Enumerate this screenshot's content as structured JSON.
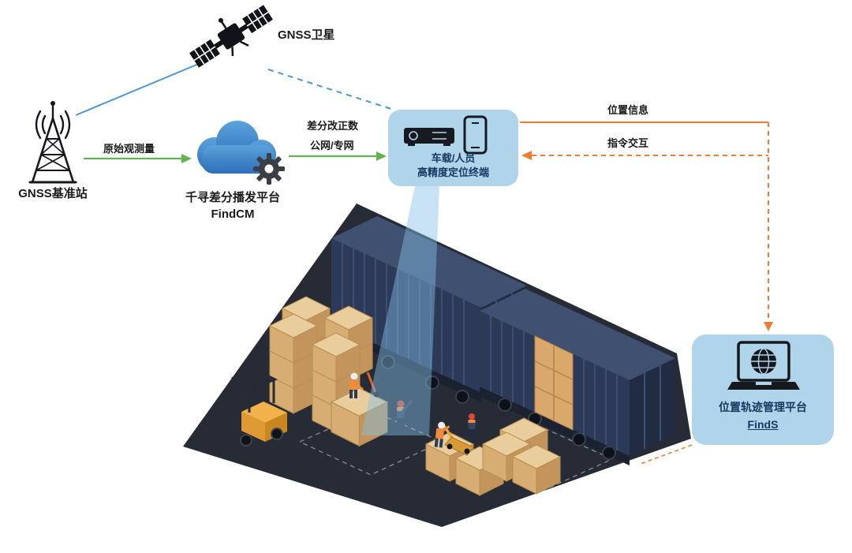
{
  "nodes": {
    "satellite": {
      "label": "GNSS卫星",
      "icon": "satellite-icon"
    },
    "base_station": {
      "label": "GNSS基准站",
      "icon": "radio-tower-icon"
    },
    "cloud": {
      "name": "千寻差分播发平台",
      "product": "FindCM",
      "icon": "cloud-gear-icon"
    },
    "terminal": {
      "line1": "车载/人员",
      "line2": "高精度定位终端",
      "icons": [
        "receiver-icon",
        "smartphone-icon"
      ]
    },
    "platform": {
      "name": "位置轨迹管理平台",
      "product": "FindS",
      "icon": "laptop-globe-icon"
    }
  },
  "links": {
    "raw_observation": {
      "label": "原始观测量",
      "style": "green-arrow"
    },
    "corrections": {
      "line1": "差分改正数",
      "line2": "公网/专网",
      "style": "green-arrow"
    },
    "satellite_to_station": {
      "style": "blue-solid-line"
    },
    "satellite_to_terminal": {
      "style": "blue-dashed-line"
    },
    "position_info": {
      "label": "位置信息",
      "style": "orange-line"
    },
    "command_exchange": {
      "label": "指令交互",
      "style": "orange-dashed-line"
    }
  },
  "scene": {
    "description": "isometric-logistics-yard"
  },
  "colors": {
    "green_arrow": "#62b152",
    "blue_line": "#4a97d2",
    "orange_arrow": "#ed7d31",
    "panel_fill": "#b0d4ea",
    "panel_text": "#17375e",
    "cloud_blue": "#3f88c9",
    "container_navy": "#2c3a58",
    "ground_dark": "#262b36",
    "carton_tan": "#d8ad74",
    "forklift_yellow": "#f2b34c"
  }
}
